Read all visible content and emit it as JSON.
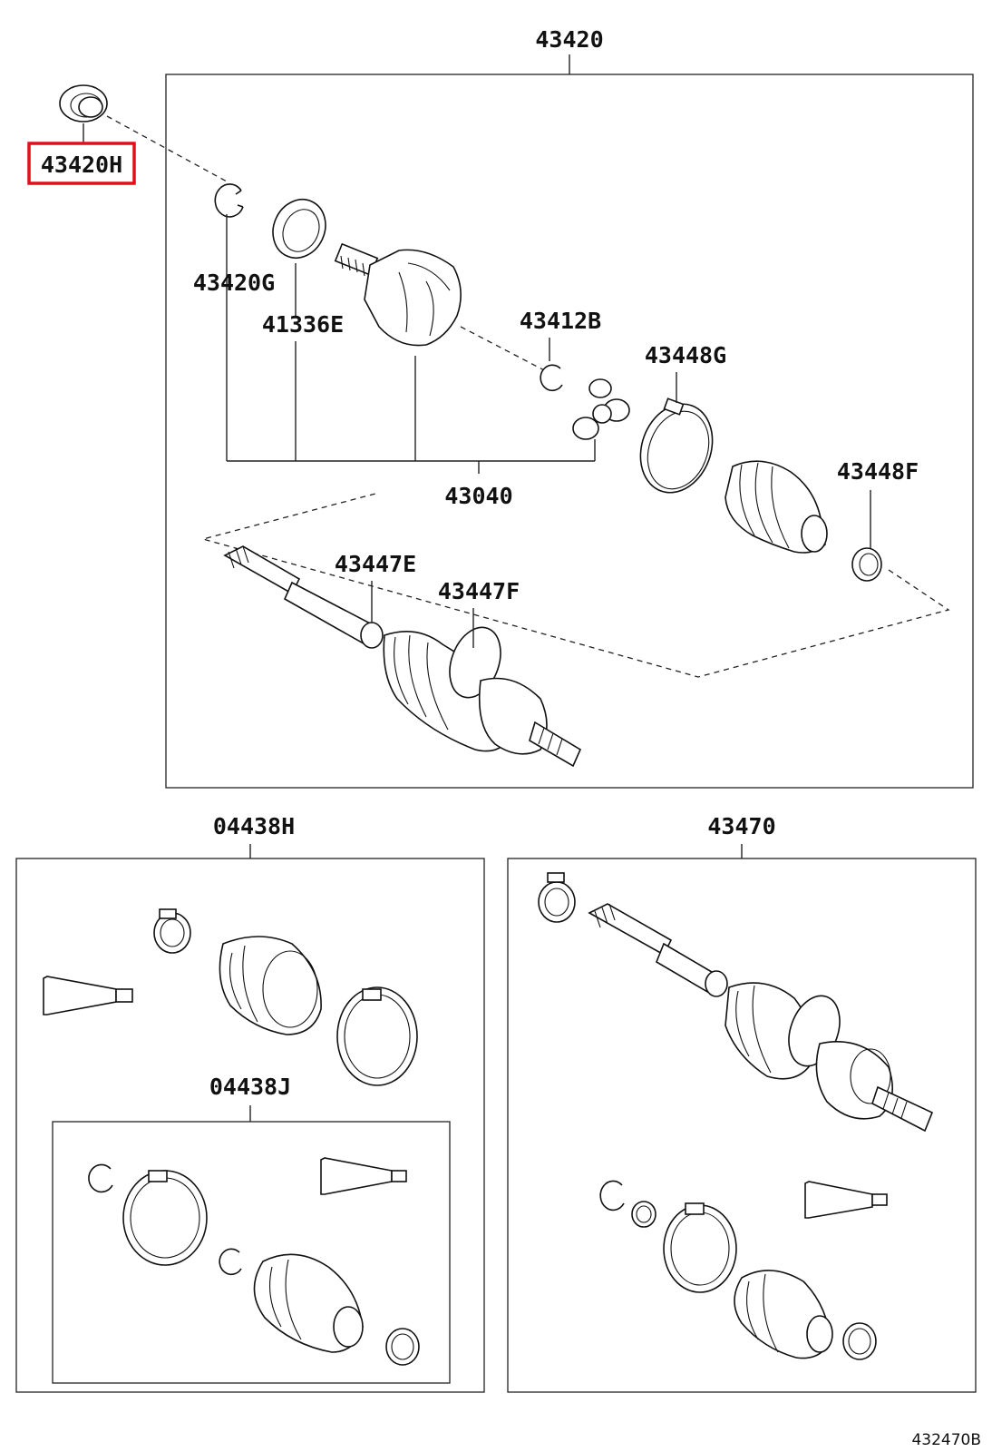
{
  "diagram": {
    "labels": {
      "assembly_main": "43420",
      "bearing": "43420H",
      "snap_ring": "43420G",
      "dust_seal": "41336E",
      "snap_ring_b": "43412B",
      "clamp_g": "43448G",
      "inboard_joint": "43040",
      "clamp_f": "43448F",
      "clamp_e": "43447E",
      "clamp_f2": "43447F",
      "boot_kit_outer": "04438H",
      "boot_kit_inner": "04438J",
      "shaft_assembly": "43470",
      "figure_code": "432470B"
    },
    "highlighted_part": "43420H",
    "highlight_color": "#e0101a"
  }
}
